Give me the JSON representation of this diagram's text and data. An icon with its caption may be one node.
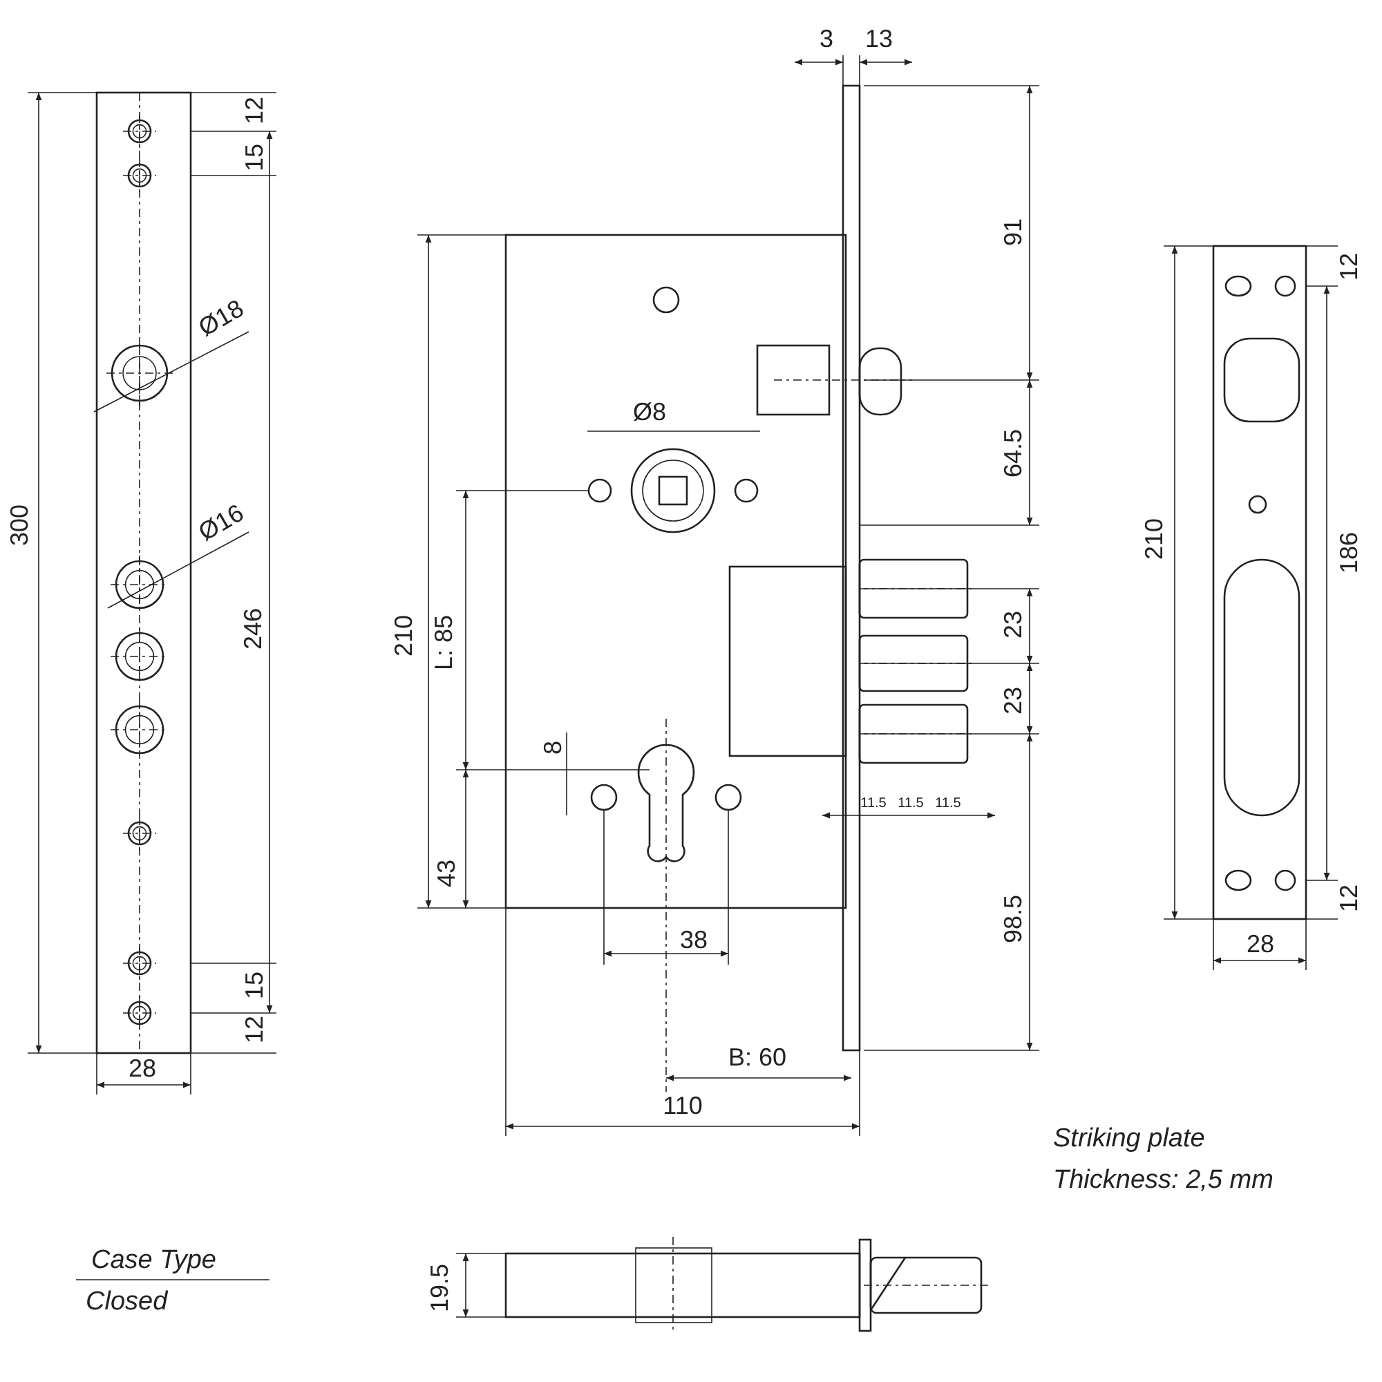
{
  "diagram": {
    "labels": [
      "3",
      "13",
      "12",
      "15",
      "91",
      "Ø18",
      "300",
      "Ø8",
      "12",
      "210",
      "186",
      "64.5",
      "Ø16",
      "246",
      "210",
      "L: 85",
      "23",
      "23",
      "8",
      "11.5",
      "11.5",
      "11.5",
      "43",
      "12",
      "98.5",
      "38",
      "28",
      "15",
      "12",
      "28",
      "B: 60",
      "110",
      "Striking plate",
      "Thickness: 2,5 mm",
      "Case Type",
      "Closed",
      "19.5"
    ]
  }
}
